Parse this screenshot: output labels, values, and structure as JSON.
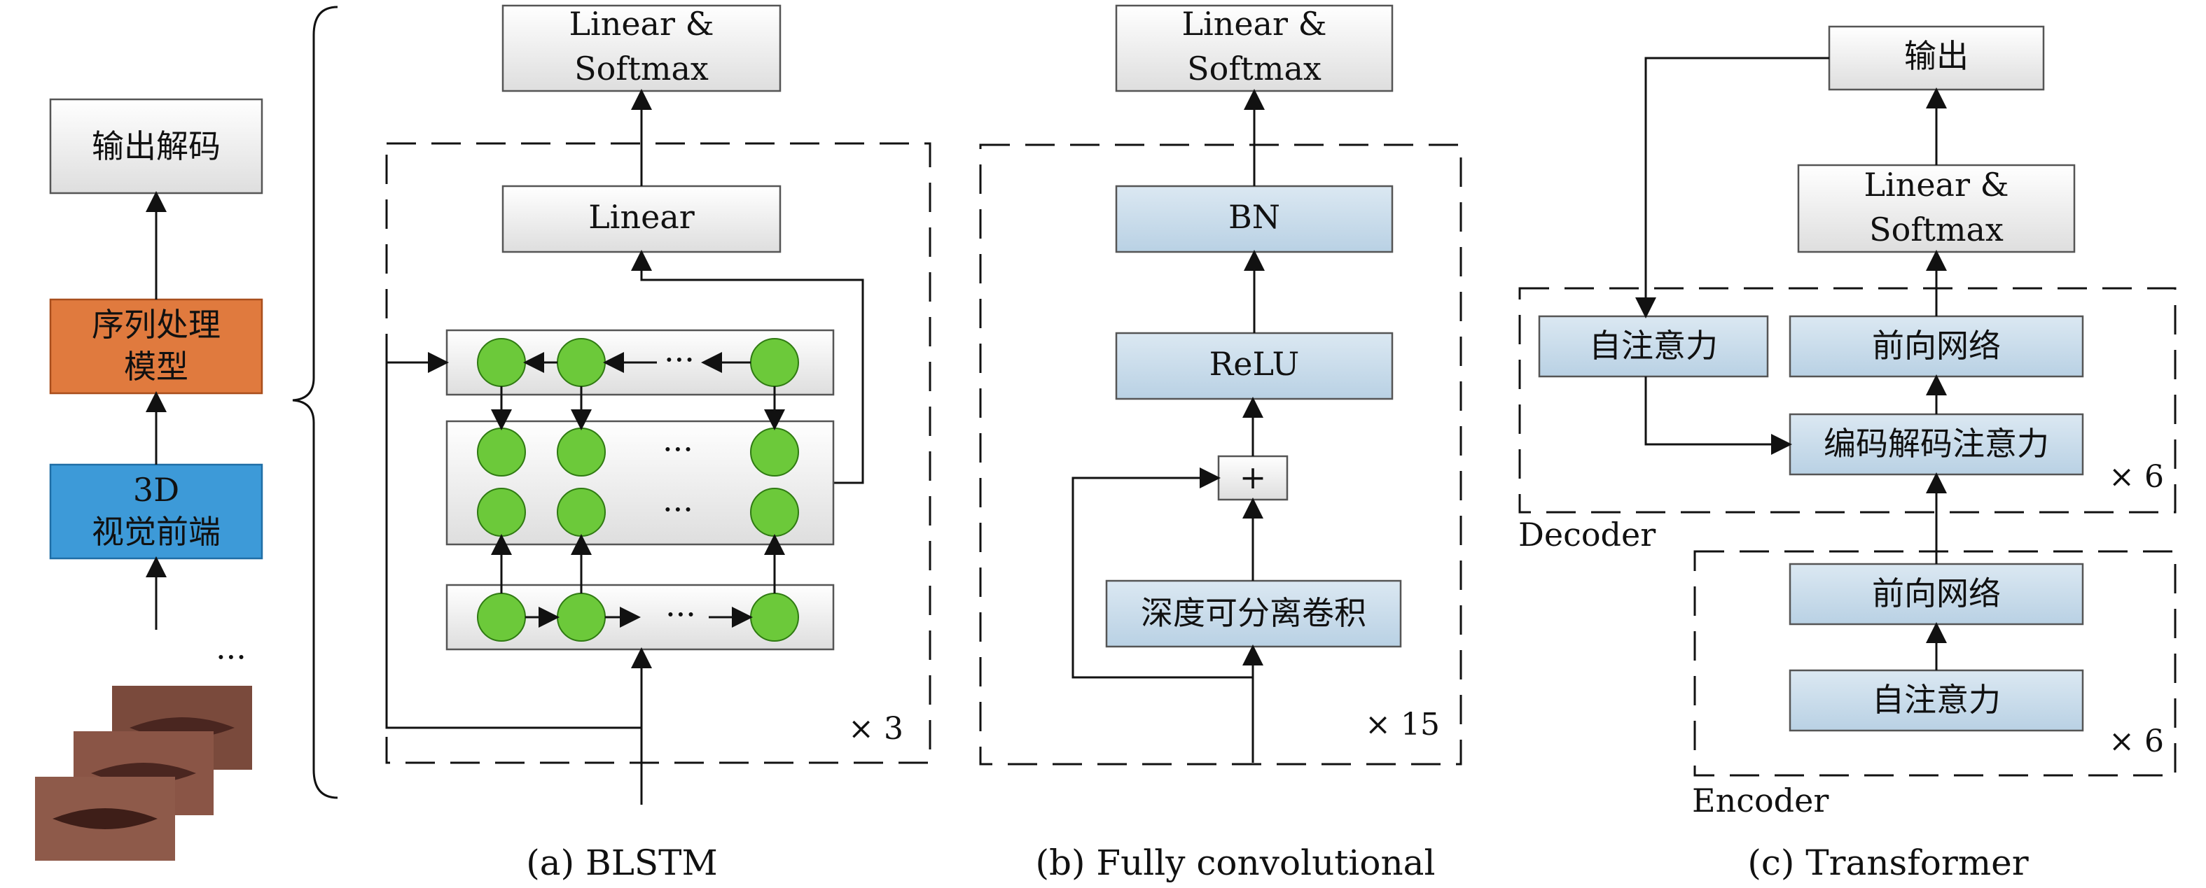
{
  "pipeline": {
    "decoder_box": "输出解码",
    "seq_model_line1": "序列处理",
    "seq_model_line2": "模型",
    "frontend_line1": "3D",
    "frontend_line2": "视觉前端",
    "ellipsis": "···"
  },
  "blstm": {
    "top_line1": "Linear &",
    "top_line2": "Softmax",
    "linear": "Linear",
    "dots": "···",
    "repeat": "× 3",
    "caption": "(a) BLSTM"
  },
  "fullyconv": {
    "top_line1": "Linear &",
    "top_line2": "Softmax",
    "bn": "BN",
    "relu": "ReLU",
    "plus": "+",
    "conv": "深度可分离卷积",
    "repeat": "× 15",
    "caption": "(b) Fully convolutional"
  },
  "transformer": {
    "output": "输出",
    "top_line1": "Linear &",
    "top_line2": "Softmax",
    "dec_self_attn": "自注意力",
    "dec_ffn": "前向网络",
    "enc_dec_attn": "编码解码注意力",
    "dec_repeat": "× 6",
    "decoder_label": "Decoder",
    "enc_ffn": "前向网络",
    "enc_self_attn": "自注意力",
    "enc_repeat": "× 6",
    "encoder_label": "Encoder",
    "caption": "(c) Transformer"
  },
  "colors": {
    "gray_box": "#eeeeee",
    "orange_box": "#e07a3e",
    "blue_box": "#3d9ad8",
    "light_blue_box": "#c8dcea",
    "green_node": "#6cc93a"
  }
}
